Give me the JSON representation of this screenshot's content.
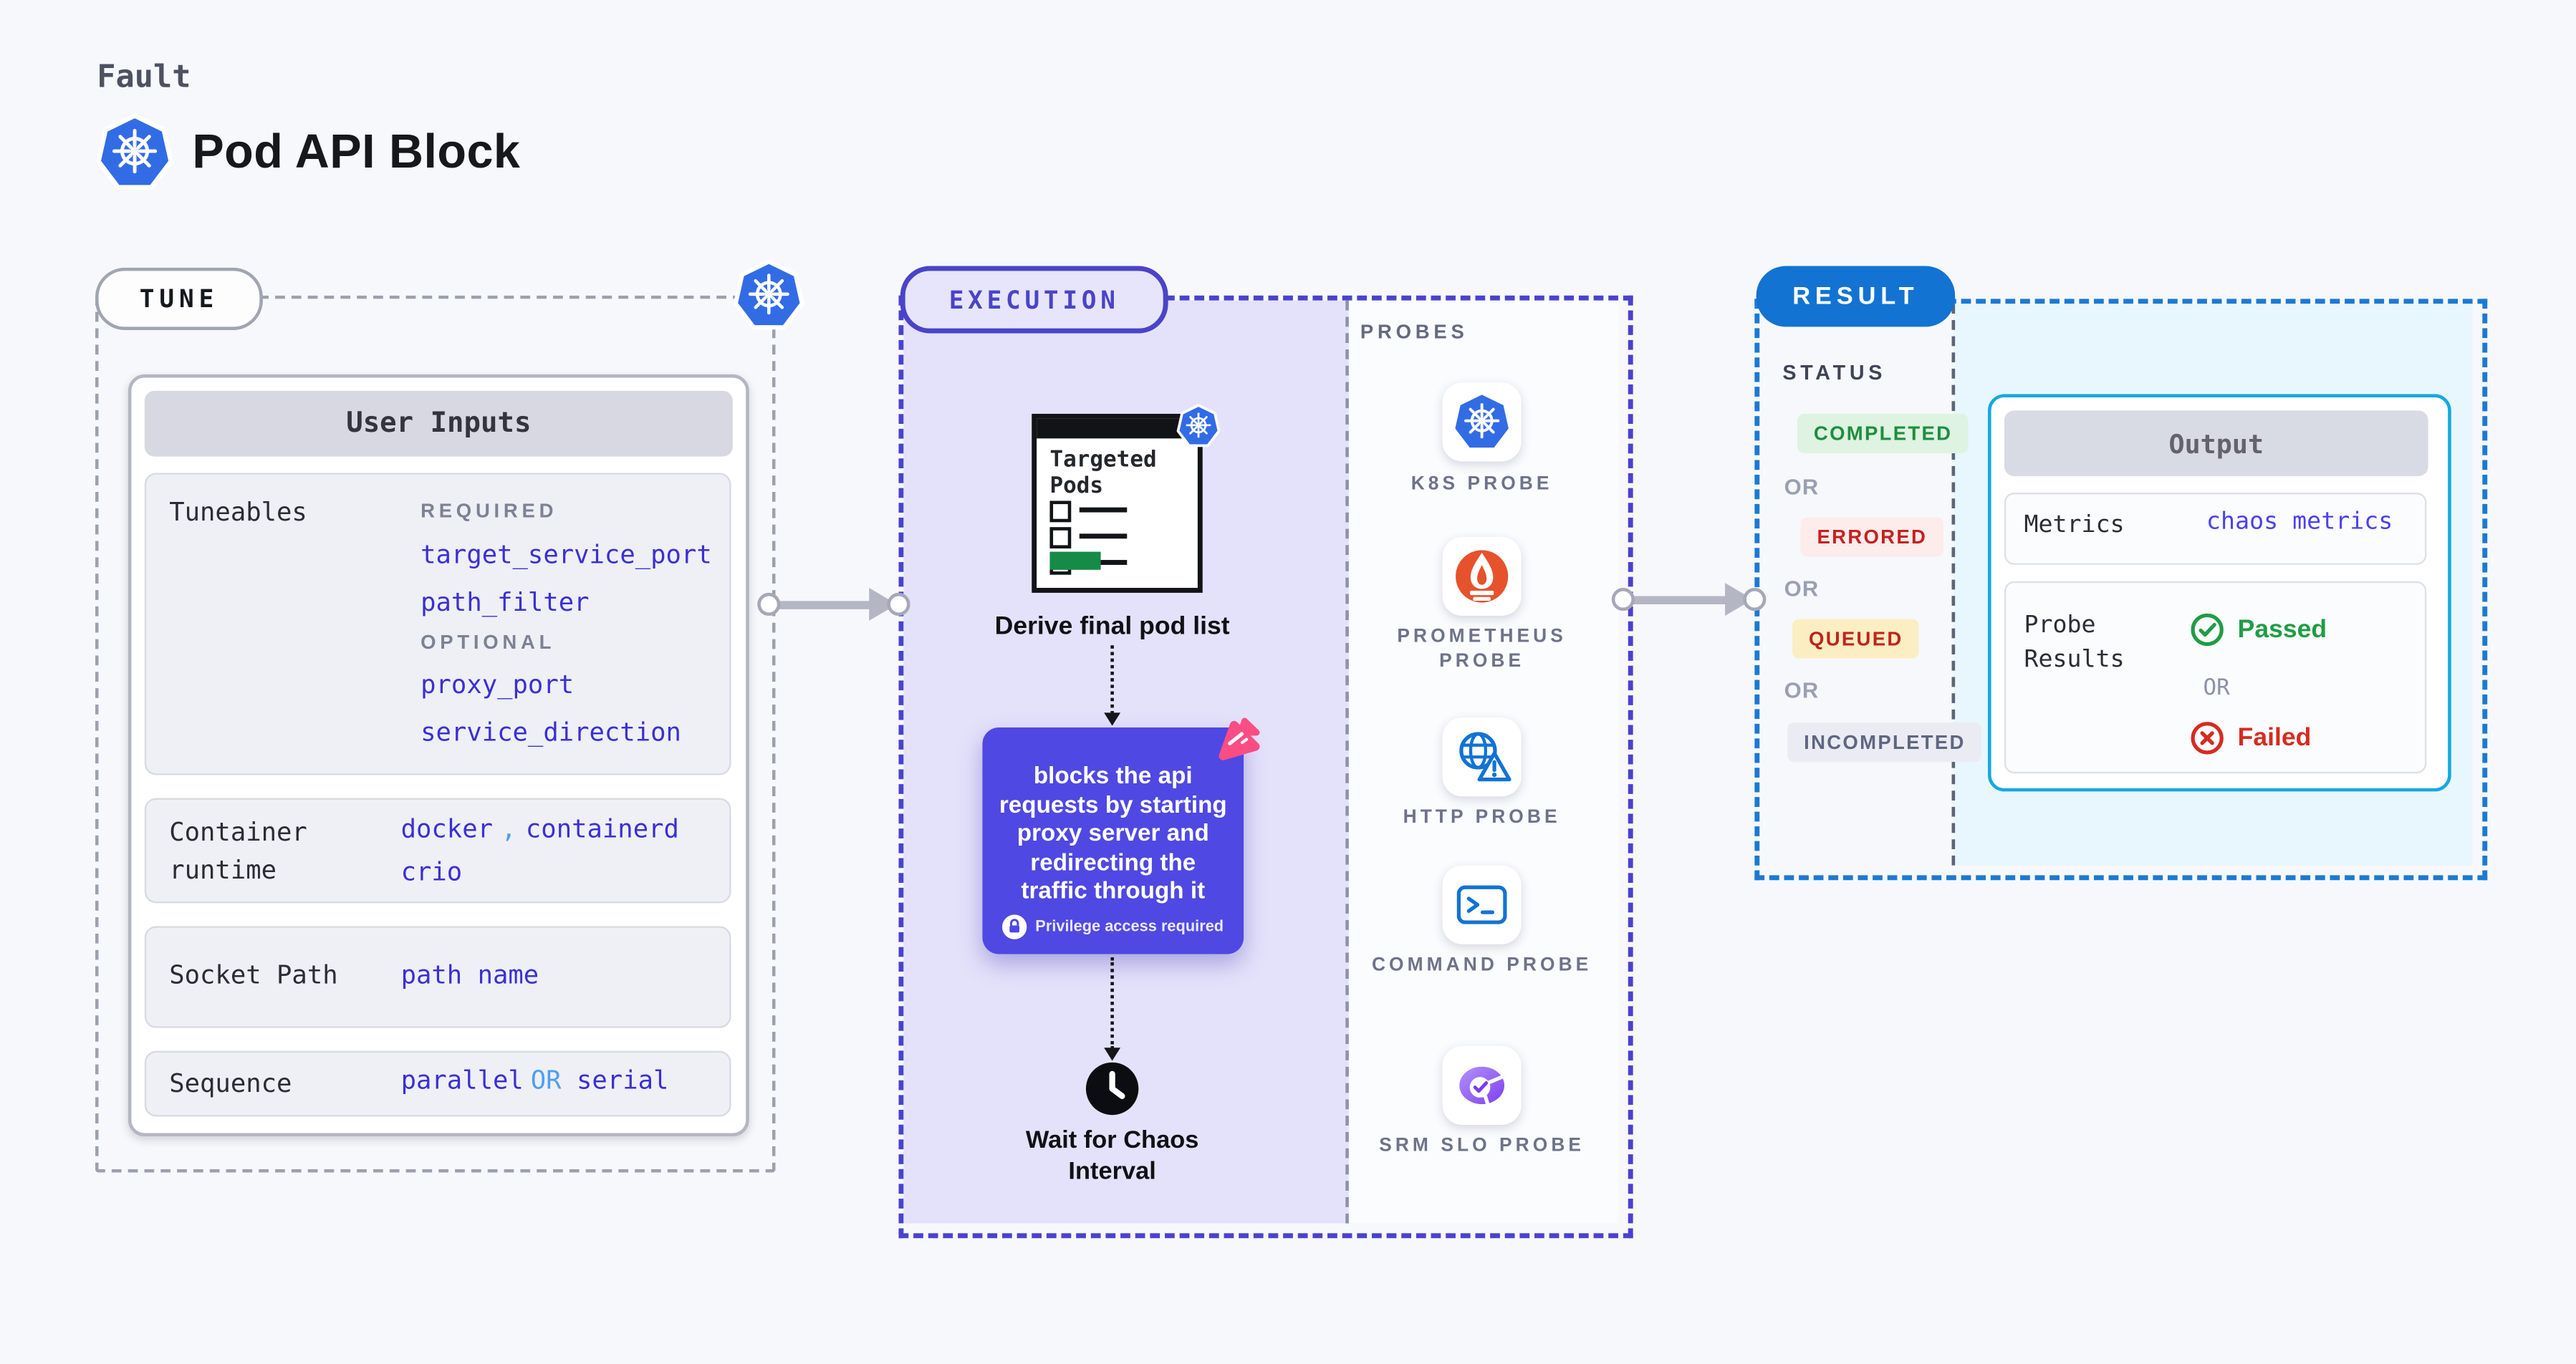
{
  "header": {
    "fault_label": "Fault",
    "title": "Pod API Block"
  },
  "tune": {
    "badge": "TUNE",
    "user_inputs_title": "User Inputs",
    "tuneables_label": "Tuneables",
    "required_label": "REQUIRED",
    "required_values": [
      "target_service_port",
      "path_filter"
    ],
    "optional_label": "OPTIONAL",
    "optional_values": [
      "proxy_port",
      "service_direction"
    ],
    "container_runtime_label": "Container\nruntime",
    "runtime_value_1": "docker",
    "runtime_comma": ",",
    "runtime_value_2": "containerd",
    "runtime_value_3": "crio",
    "socket_path_label": "Socket Path",
    "socket_path_value": "path name",
    "sequence_label": "Sequence",
    "sequence_value_1": "parallel",
    "sequence_or": "OR",
    "sequence_value_2": "serial"
  },
  "execution": {
    "badge": "EXECUTION",
    "targeted_pods_title": "Targeted Pods",
    "derive_label": "Derive final pod list",
    "block_description": "blocks the api requests by starting proxy server and redirecting the traffic through it",
    "privilege_note": "Privilege access required",
    "wait_label": "Wait for Chaos Interval"
  },
  "probes": {
    "label": "PROBES",
    "items": [
      {
        "label": "K8S PROBE",
        "icon": "kubernetes-icon"
      },
      {
        "label": "PROMETHEUS PROBE",
        "icon": "prometheus-icon"
      },
      {
        "label": "HTTP PROBE",
        "icon": "globe-warning-icon"
      },
      {
        "label": "COMMAND PROBE",
        "icon": "terminal-icon"
      },
      {
        "label": "SRM SLO PROBE",
        "icon": "slo-donut-check-icon"
      }
    ]
  },
  "result": {
    "badge": "RESULT",
    "status_label": "STATUS",
    "or_label": "OR",
    "statuses": [
      {
        "label": "COMPLETED",
        "text_color": "#1e8e3e",
        "bg_color": "#def3e1"
      },
      {
        "label": "ERRORED",
        "text_color": "#c5221f",
        "bg_color": "#fdecec"
      },
      {
        "label": "QUEUED",
        "text_color": "#c0231c",
        "bg_color": "#fbeec3"
      },
      {
        "label": "INCOMPLETED",
        "text_color": "#5f6680",
        "bg_color": "#ebecf3"
      }
    ],
    "output": {
      "title": "Output",
      "metrics_label": "Metrics",
      "metrics_value": "chaos metrics",
      "probe_results_label": "Probe\nResults",
      "passed_label": "Passed",
      "or_label": "OR",
      "failed_label": "Failed"
    }
  },
  "colors": {
    "kubernetes_blue": "#326ce5",
    "execution_indigo": "#4a44c8",
    "execution_bg": "#e4e2fa",
    "purple_step_bg": "#4f48e2",
    "result_blue": "#1273d2",
    "output_border_cyan": "#14a9e0",
    "output_bg_cyan": "#e8f6fd",
    "value_indigo": "#3b2fd6",
    "value_lightblue": "#4f9ff2",
    "passed_green": "#1f9d44",
    "failed_red": "#d62b20",
    "prometheus_orange": "#e6522c",
    "harness_pink": "#fb4d84"
  }
}
